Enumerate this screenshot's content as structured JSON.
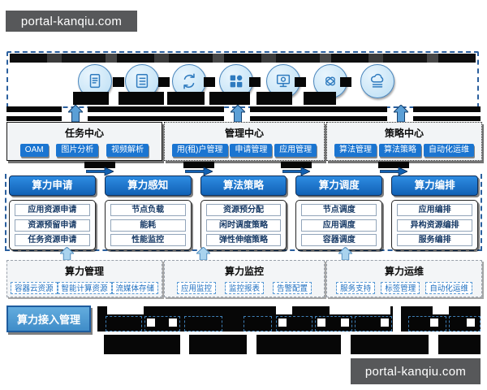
{
  "page": {
    "watermark_top": "portal-kanqiu.com",
    "watermark_bottom": "portal-kanqiu.com"
  },
  "icon_bar": {
    "icons": [
      "document-icon",
      "form-list-icon",
      "sync-icon",
      "app-grid-icon",
      "monitor-scan-icon",
      "handshake-icon",
      "cloud-storage-icon"
    ]
  },
  "centers": [
    {
      "title": "任务中心",
      "items": [
        "OAM",
        "图片分析",
        "视频解析"
      ]
    },
    {
      "title": "管理中心",
      "items": [
        "用(租)户管理",
        "申请管理",
        "应用管理"
      ]
    },
    {
      "title": "策略中心",
      "items": [
        "算法管理",
        "算法策略",
        "自动化运维"
      ]
    }
  ],
  "columns": [
    {
      "title": "算力申请",
      "items": [
        "应用资源申请",
        "资源预留申请",
        "任务资源申请"
      ]
    },
    {
      "title": "算力感知",
      "items": [
        "节点负载",
        "能耗",
        "性能监控"
      ]
    },
    {
      "title": "算法策略",
      "items": [
        "资源预分配",
        "闲时调度策略",
        "弹性伸缩策略"
      ]
    },
    {
      "title": "算力调度",
      "items": [
        "节点调度",
        "应用调度",
        "容器调度"
      ]
    },
    {
      "title": "算力编排",
      "items": [
        "应用编排",
        "异构资源编排",
        "服务编排"
      ]
    }
  ],
  "lower_sections": [
    {
      "title": "算力管理",
      "items": [
        "容器云资源",
        "智能计算资源",
        "流媒体存储"
      ]
    },
    {
      "title": "算力监控",
      "items": [
        "应用监控",
        "监控报表",
        "告警配置"
      ]
    },
    {
      "title": "算力运维",
      "items": [
        "服务支持",
        "标签管理",
        "自动化运维"
      ]
    }
  ],
  "access_button_label": "算力接入管理",
  "colors": {
    "primary_blue": "#1b75d1",
    "column_header_blue": "#1161b5",
    "icon_circle_fill": "#badef4",
    "dashed_border_blue": "#2a5f9e",
    "dashed_chip_blue": "#5b9bd5",
    "watermark_bg": "#57585a",
    "redaction_black": "#070707",
    "access_button_blue": "#3f8cc8"
  }
}
